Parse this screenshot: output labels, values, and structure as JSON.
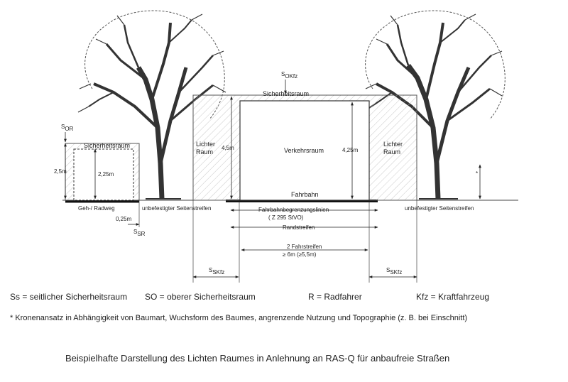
{
  "labels": {
    "s_okfz_top": "S",
    "s_okfz_top_sub": "OKfz",
    "sicherheitsraum_top": "Sicherheitsraum",
    "s_or": "S",
    "s_or_sub": "OR",
    "sicherheitsraum_left": "Sicherheitsraum",
    "h_2_5": "2,5m",
    "h_2_25": "2,25m",
    "lichter_raum_left": "Lichter Raum",
    "h_4_5": "4,5m",
    "verkehrsraum": "Verkehrsraum",
    "h_4_25": "4,25m",
    "lichter_raum_right": "Lichter Raum",
    "fahrbahn": "Fahrbahn",
    "geh_radweg": "Geh-/ Radweg",
    "unbefestigt_left": "unbefestigter Seitenstreifen",
    "unbefestigt_right": "unbefestigter Seitenstreifen",
    "w_0_25": "0,25m",
    "s_sr": "S",
    "s_sr_sub": "SR",
    "fahrbahnbegrenzung": "Fahrbahnbegrenzungslinien",
    "z295": "( Z 295 StVO)",
    "randstreifen": "Randstreifen",
    "fahrstreifen": "2 Fahrstreifen",
    "fahrstreifen_width": "≥ 6m (≥5,5m)",
    "s_skfz_left": "S",
    "s_skfz_left_sub": "SKfz",
    "s_skfz_right": "S",
    "s_skfz_right_sub": "SKfz",
    "star": "*"
  },
  "legend": {
    "ss": "Ss = seitlicher Sicherheitsraum",
    "so": "SO = oberer Sicherheitsraum",
    "r": "R = Radfahrer",
    "kfz": "Kfz = Kraftfahrzeug"
  },
  "footnote": "* Kronenansatz in Abhängigkeit von Baumart, Wuchsform des Baumes, angrenzende Nutzung und Topographie (z. B. bei Einschnitt)",
  "caption": "Beispielhafte Darstellung des Lichten Raumes in Anlehnung an RAS-Q für anbaufreie Straßen"
}
